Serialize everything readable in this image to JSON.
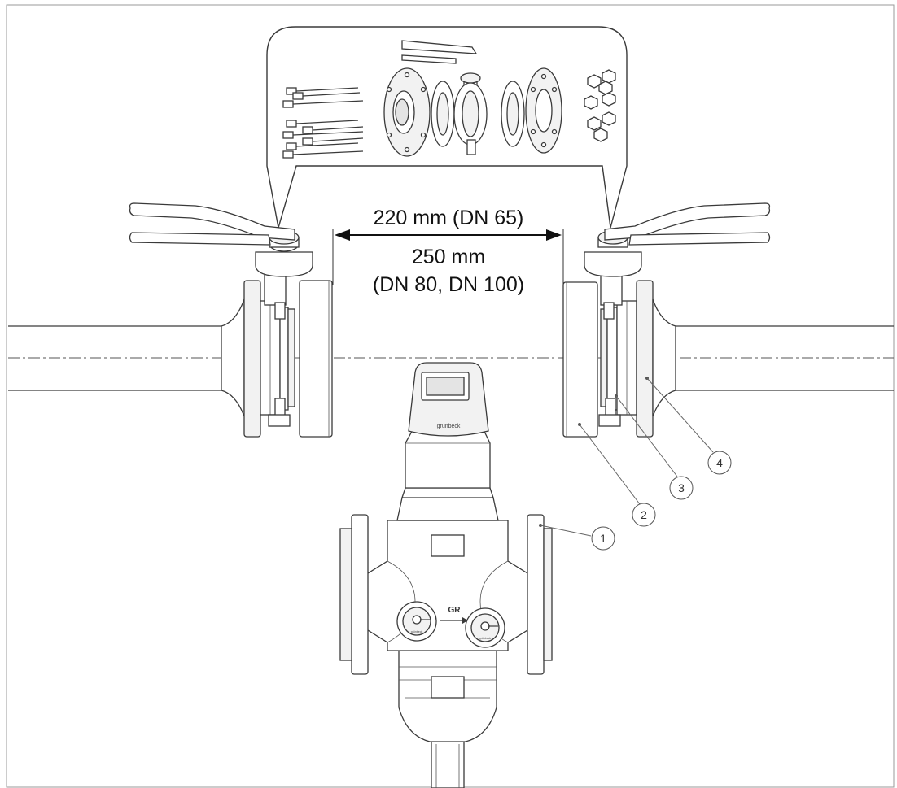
{
  "dimension": {
    "line1": "220 mm (DN 65)",
    "line2": "250 mm",
    "line3": "(DN 80, DN 100)"
  },
  "callouts": [
    "1",
    "2",
    "3",
    "4"
  ],
  "device": {
    "brand": "grünbeck",
    "logo": "GR"
  },
  "icons": {
    "callout-marker": "circle-outline",
    "dimension-arrow": "double-headed-arrow"
  }
}
